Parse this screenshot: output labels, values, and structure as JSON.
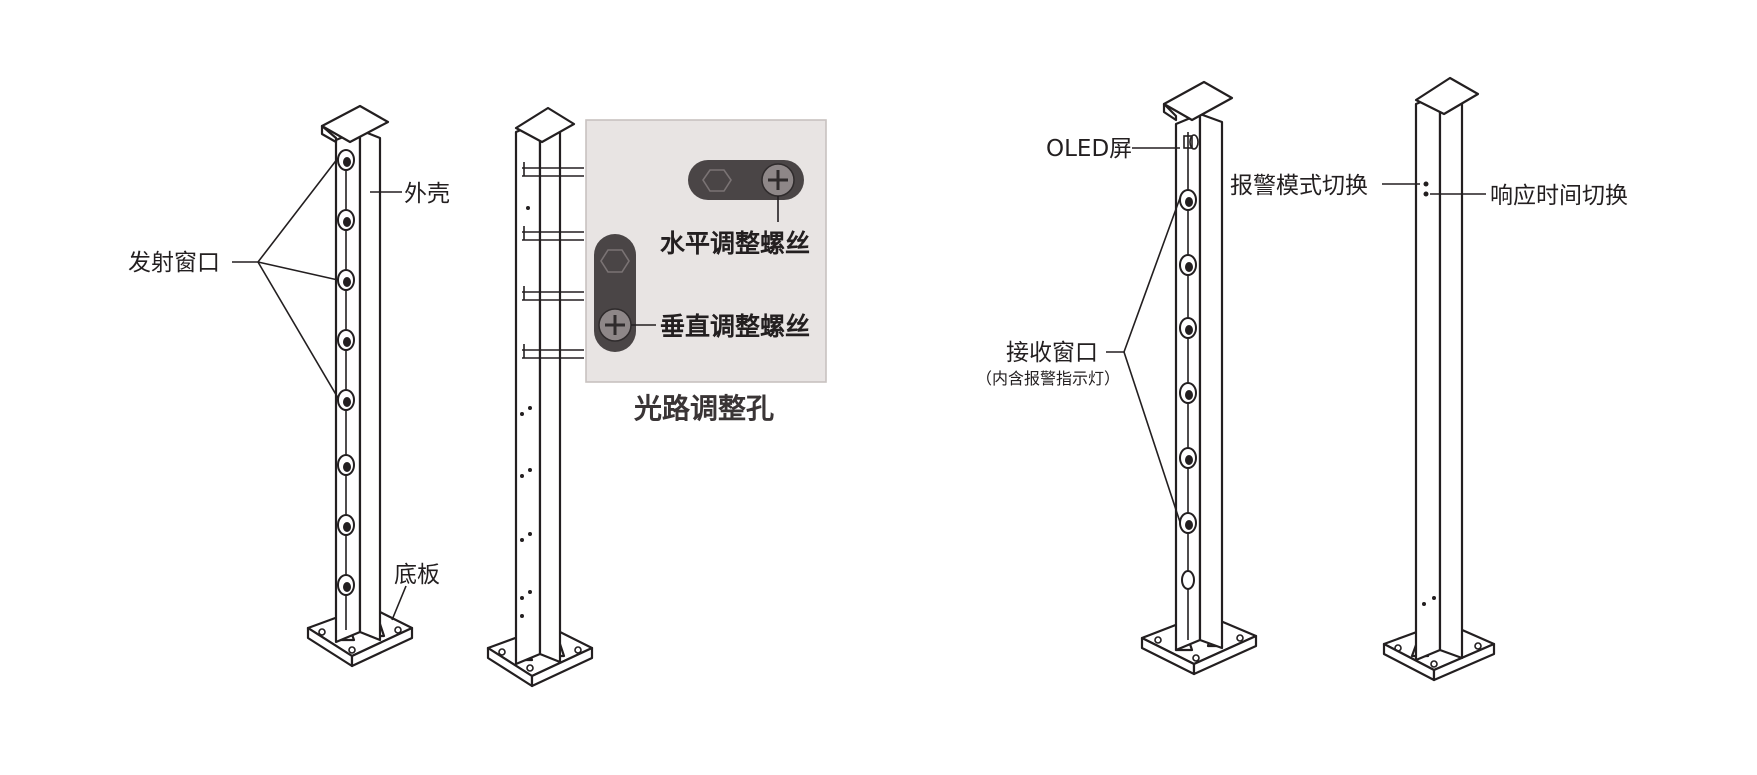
{
  "transmitter": {
    "emit_window_label": "发射窗口",
    "housing_label": "外壳",
    "base_plate_label": "底板"
  },
  "adjustment": {
    "horizontal_screw_label": "水平调整螺丝",
    "vertical_screw_label": "垂直调整螺丝",
    "optical_hole_label": "光路调整孔"
  },
  "receiver": {
    "oled_label": "OLED屏",
    "receive_window_label": "接收窗口",
    "receive_window_note": "（内含报警指示灯）",
    "alarm_mode_label": "报警模式切换",
    "response_time_label": "响应时间切换"
  },
  "colors": {
    "line": "#231f20",
    "inset_panel": "#e8e4e3",
    "inset_border": "#c8c2c0",
    "screw_body": "#4a4546"
  }
}
